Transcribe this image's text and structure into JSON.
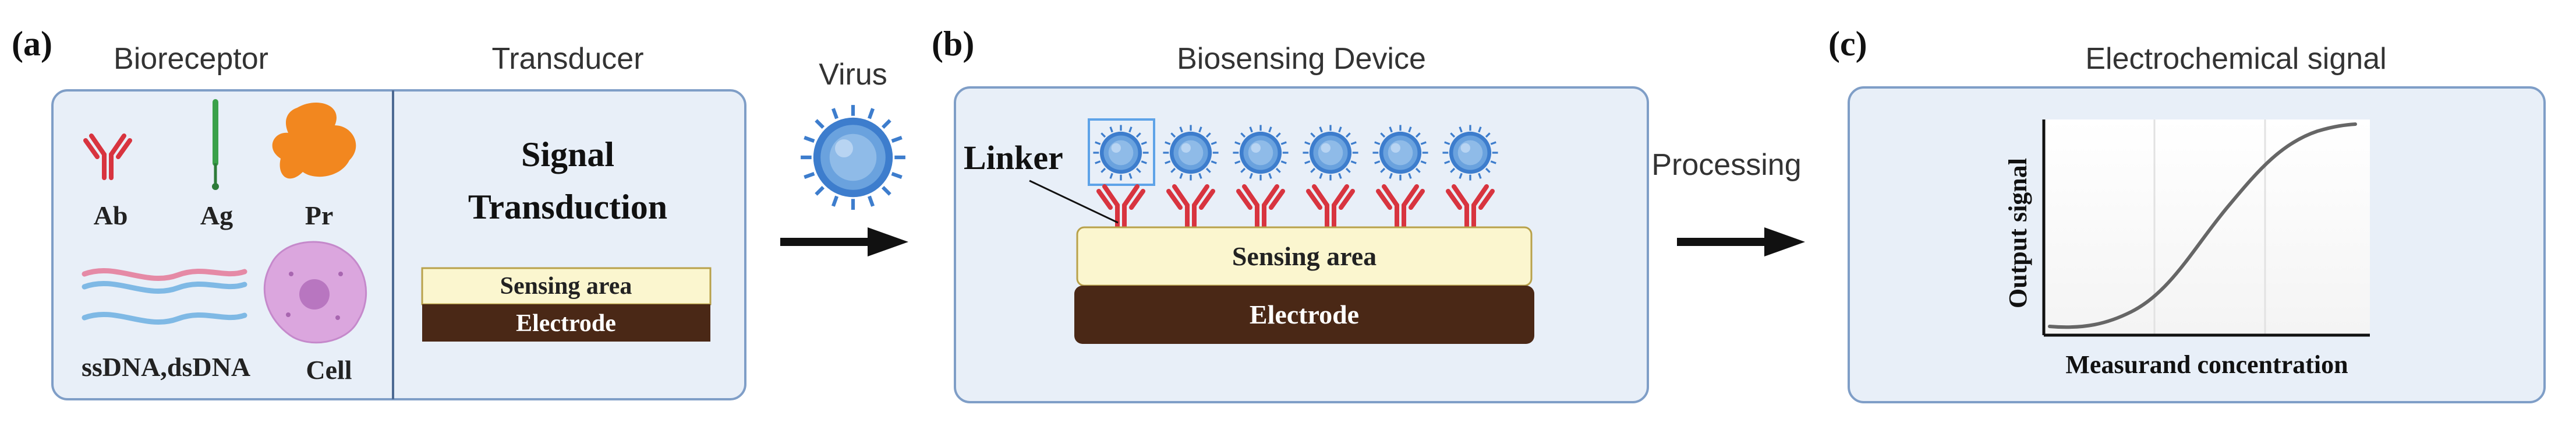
{
  "panel_a": {
    "label": "(a)",
    "bioreceptor_title": "Bioreceptor",
    "transducer_title": "Transducer",
    "items": {
      "ab": "Ab",
      "ag": "Ag",
      "pr": "Pr",
      "dna": "ssDNA,dsDNA",
      "cell": "Cell"
    },
    "signal_line1": "Signal",
    "signal_line2": "Transduction",
    "sensing_area": "Sensing area",
    "electrode": "Electrode"
  },
  "virus_label": "Virus",
  "panel_b": {
    "label": "(b)",
    "title": "Biosensing Device",
    "linker": "Linker",
    "sensing_area": "Sensing area",
    "electrode": "Electrode"
  },
  "processing_label": "Processing",
  "panel_c": {
    "label": "(c)",
    "title": "Electrochemical signal",
    "ylabel": "Output signal",
    "xlabel": "Measurand concentration"
  },
  "colors": {
    "panel_fill": "#e8eff8",
    "panel_border": "#7f9ec7",
    "antibody": "#d8343f",
    "antigen": "#3aa14a",
    "protein": "#f2871f",
    "cell": "#d9a4dc",
    "virus": "#3d7dcd",
    "sensing_area": "#fbf6cf",
    "electrode": "#4a2816",
    "arrow": "#111111"
  }
}
